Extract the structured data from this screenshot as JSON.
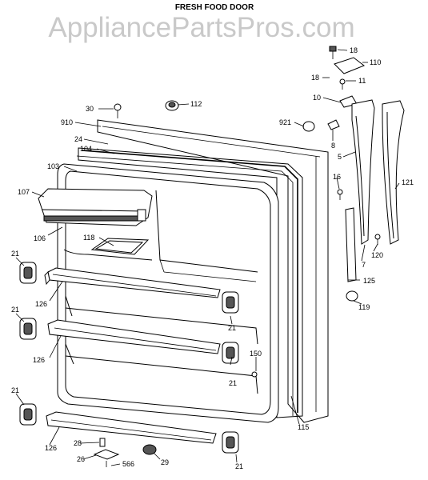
{
  "title": "FRESH FOOD DOOR",
  "watermark": "AppliancePartsPros.com",
  "callouts": {
    "c18a": "18",
    "c110": "110",
    "c18b": "18",
    "c11": "11",
    "c10": "10",
    "c30": "30",
    "c112": "112",
    "c921": "921",
    "c910": "910",
    "c8": "8",
    "c24": "24",
    "c104": "104",
    "c5": "5",
    "c103": "103",
    "c16": "16",
    "c121": "121",
    "c107": "107",
    "c106": "106",
    "c118": "118",
    "c120": "120",
    "c7": "7",
    "c21a": "21",
    "c125": "125",
    "c126a": "126",
    "c119": "119",
    "c21b": "21",
    "c21c": "21",
    "c126b": "126",
    "c150": "150",
    "c21d": "21",
    "c21e": "21",
    "c115": "115",
    "c126c": "126",
    "c28": "28",
    "c26": "26",
    "c566": "566",
    "c29": "29",
    "c21f": "21"
  }
}
